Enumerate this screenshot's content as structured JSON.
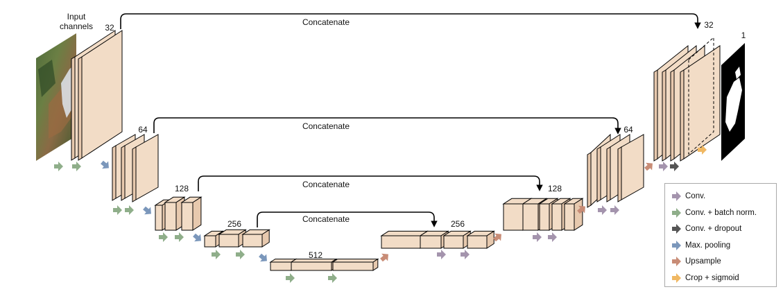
{
  "input_label": [
    "Input",
    "channels"
  ],
  "output_label": "1",
  "concat_label": "Concatenate",
  "channel_labels": {
    "enc1": "32",
    "enc2": "64",
    "enc3": "128",
    "enc4": "256",
    "bottleneck": "512",
    "dec4": "256",
    "dec3": "128",
    "dec2": "64",
    "dec1": "32"
  },
  "colors": {
    "block_face": "#f2dcc6",
    "block_side": "#e7c9ae",
    "conv": "#a494ad",
    "conv_bn": "#8fae8a",
    "conv_dropout": "#555555",
    "max_pool": "#7b97bb",
    "upsample": "#c88c76",
    "crop_sigmoid": "#f0b863"
  },
  "legend": [
    {
      "label": "Conv.",
      "icon": "conv-arrow-icon",
      "color": "#a494ad"
    },
    {
      "label": "Conv. + batch norm.",
      "icon": "conv-bn-arrow-icon",
      "color": "#8fae8a"
    },
    {
      "label": "Conv. + dropout",
      "icon": "conv-dropout-arrow-icon",
      "color": "#555555"
    },
    {
      "label": "Max. pooling",
      "icon": "max-pooling-arrow-icon",
      "color": "#7b97bb"
    },
    {
      "label": "Upsample",
      "icon": "upsample-arrow-icon",
      "color": "#c88c76"
    },
    {
      "label": "Crop + sigmoid",
      "icon": "crop-sigmoid-arrow-icon",
      "color": "#f0b863"
    }
  ]
}
